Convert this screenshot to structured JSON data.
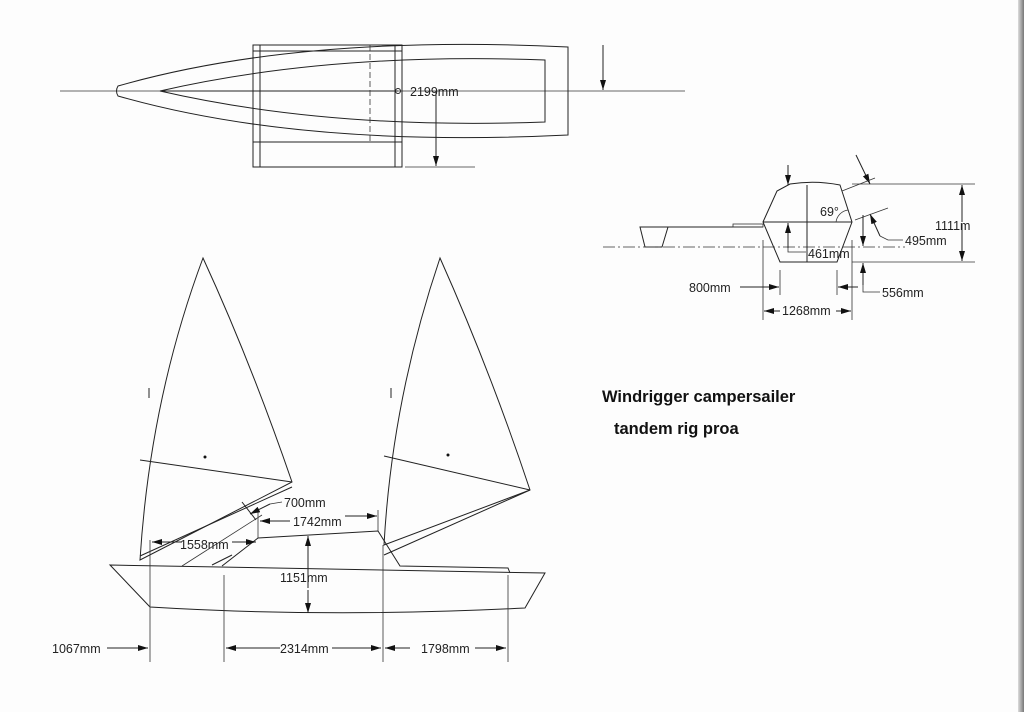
{
  "title": {
    "line1": "Windrigger campersailer",
    "line2": "tandem rig proa"
  },
  "plan_view": {
    "beam_label": "2199mm"
  },
  "section_view": {
    "height_label": "1111m",
    "angle_label": "69°",
    "side_label": "495mm",
    "depth_label": "461mm",
    "bottom_width_label": "800mm",
    "freeboard_label": "556mm",
    "width_label": "1268mm"
  },
  "side_view": {
    "bow_label": "1067mm",
    "mid_label": "2314mm",
    "stern_label": "1798mm",
    "boom_label": "700mm",
    "cabin_label": "1742mm",
    "foredeck_label": "1558mm",
    "hull_height_label": "1151mm"
  }
}
